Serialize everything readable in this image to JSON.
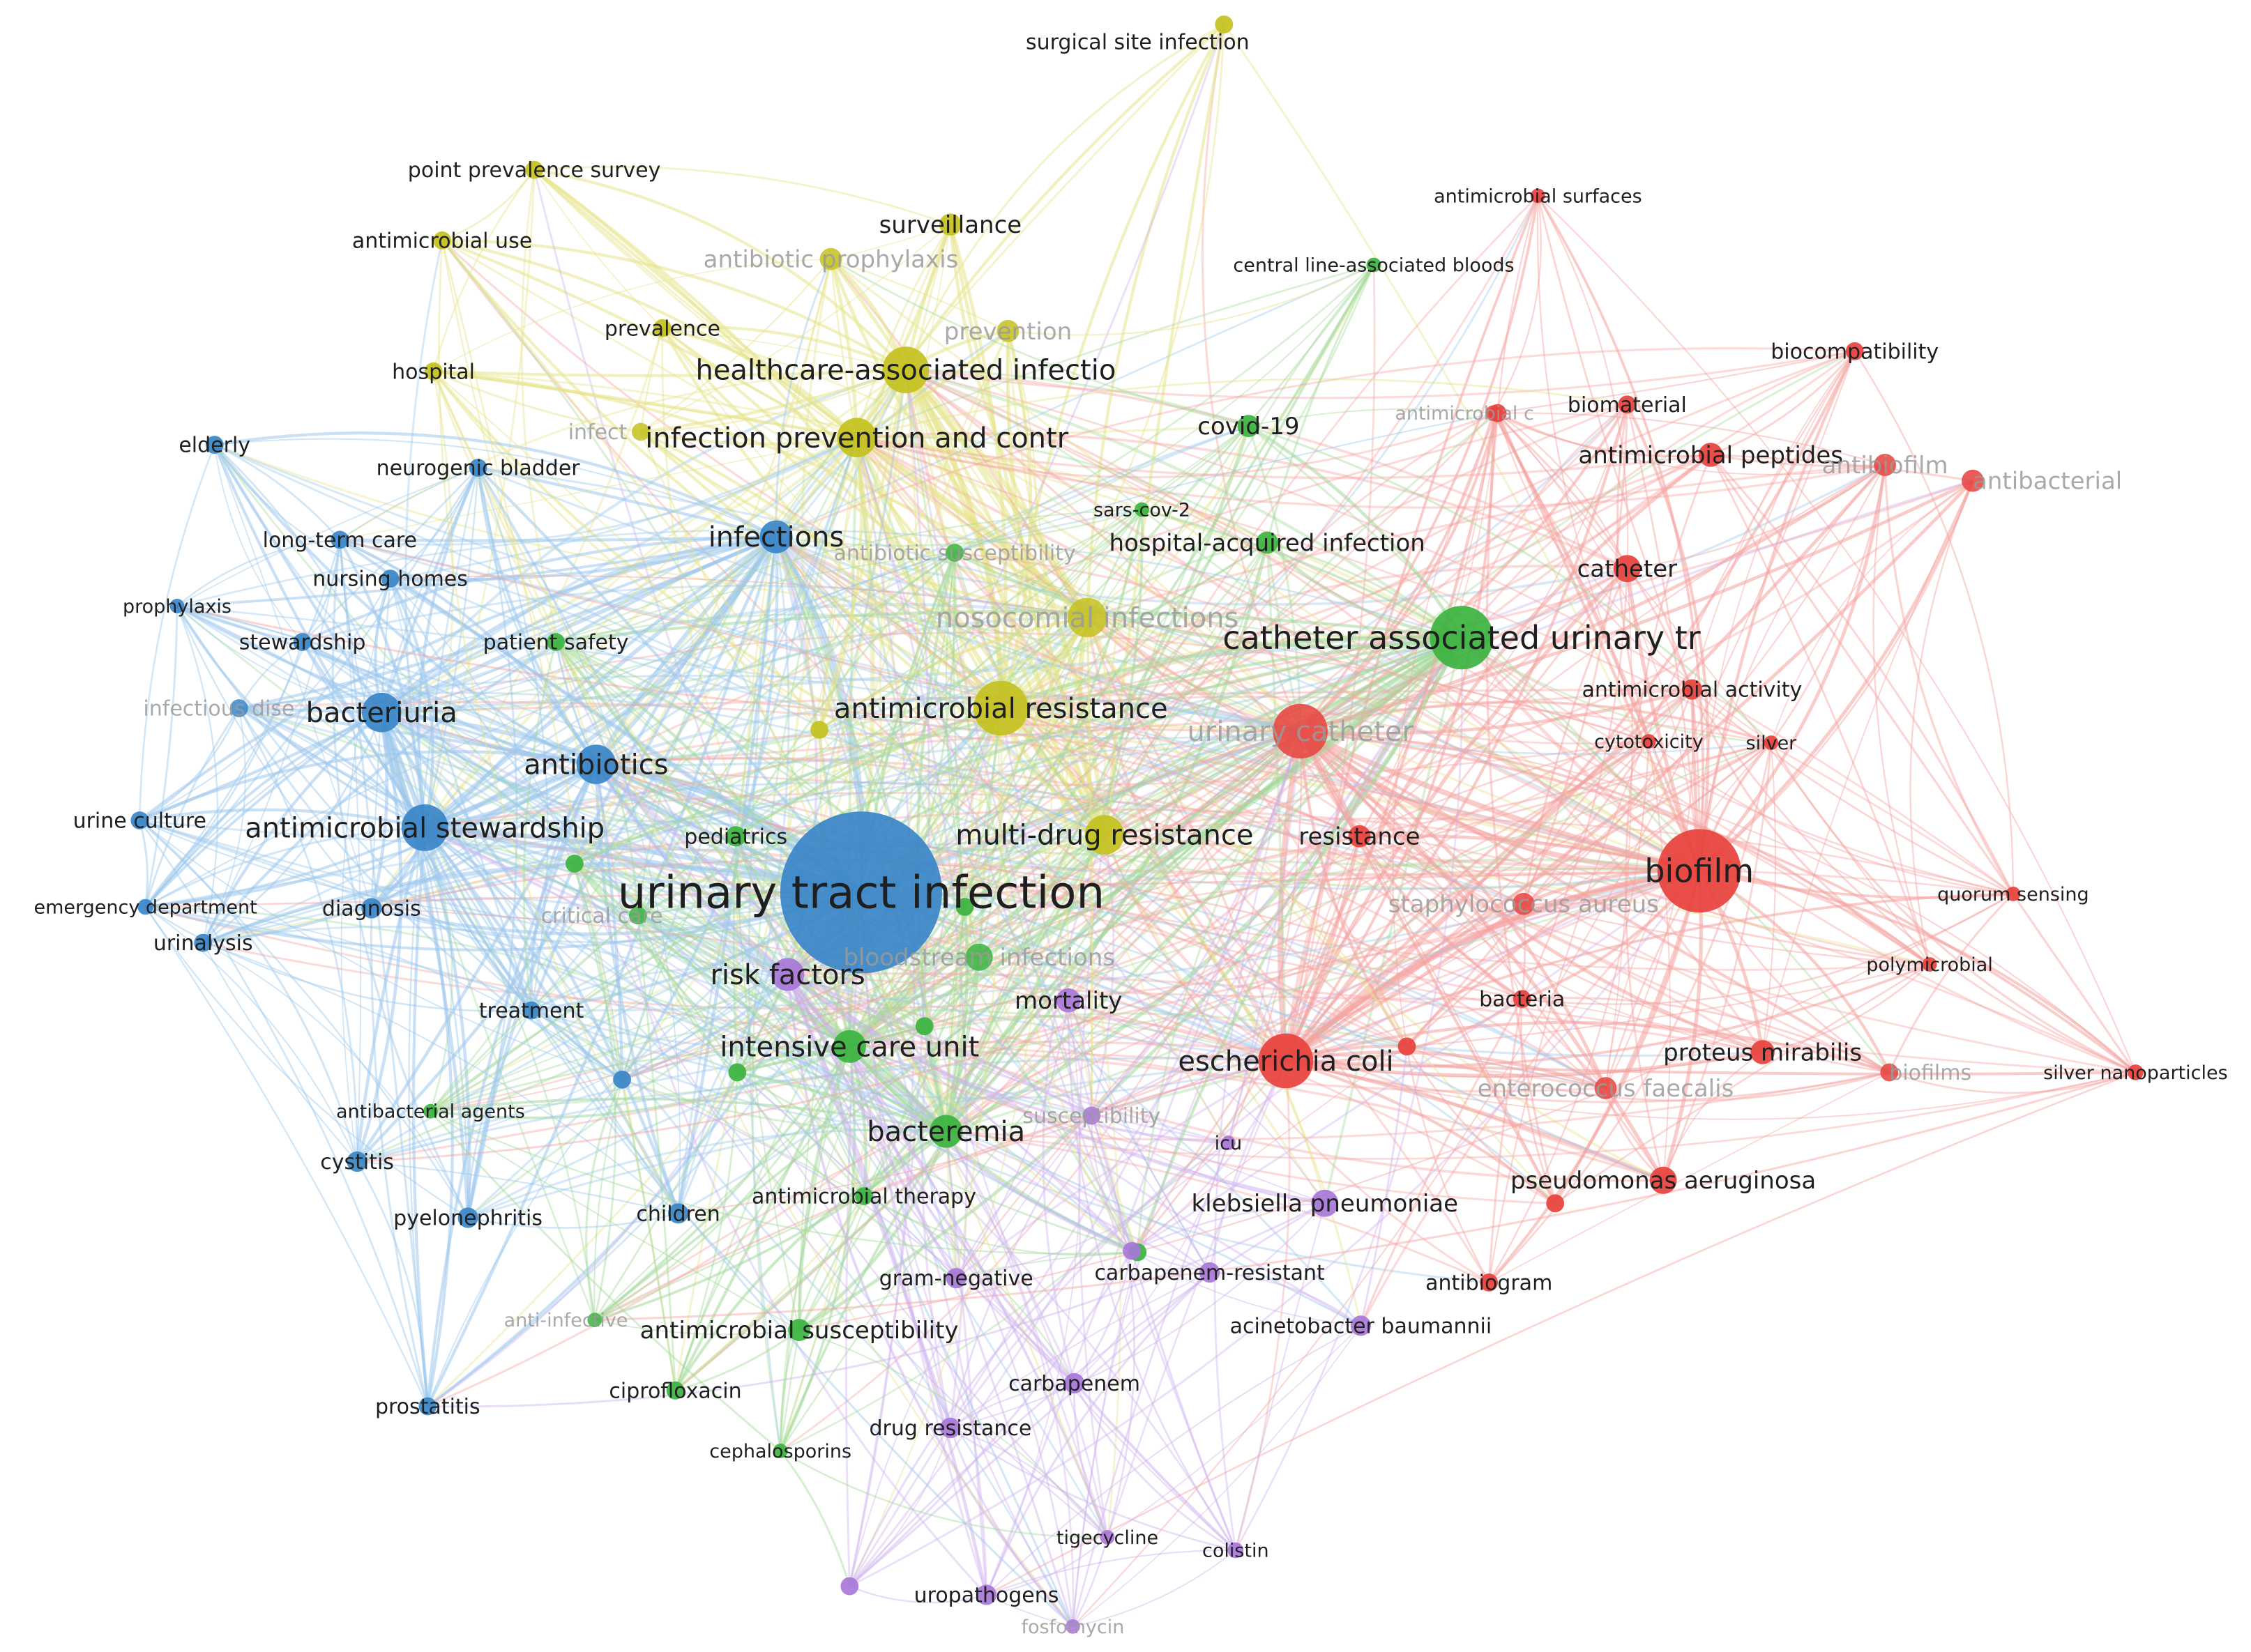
{
  "clusters": {
    "red": {
      "color": "#e8413c",
      "edge_color": "#f4a29f"
    },
    "green": {
      "color": "#3bb33f",
      "edge_color": "#a3d99a"
    },
    "blue": {
      "color": "#3a86c8",
      "edge_color": "#9cc7ec"
    },
    "yellow": {
      "color": "#c4c11f",
      "edge_color": "#e6e38a"
    },
    "purple": {
      "color": "#a877d9",
      "edge_color": "#cfb2ee"
    }
  },
  "nodes": [
    {
      "label": "urinary tract infection",
      "cluster": "blue",
      "weight": 10
    },
    {
      "label": "biofilm",
      "cluster": "red",
      "weight": 7
    },
    {
      "label": "catheter associated urinary tr",
      "cluster": "green",
      "weight": 6
    },
    {
      "label": "urinary catheter",
      "cluster": "red",
      "weight": 5.5,
      "faded": true
    },
    {
      "label": "escherichia coli",
      "cluster": "red",
      "weight": 5.5
    },
    {
      "label": "antimicrobial resistance",
      "cluster": "yellow",
      "weight": 5.5
    },
    {
      "label": "healthcare-associated infectio",
      "cluster": "yellow",
      "weight": 5
    },
    {
      "label": "infection prevention and contr",
      "cluster": "yellow",
      "weight": 4.5
    },
    {
      "label": "nosocomial infections",
      "cluster": "yellow",
      "weight": 4.5,
      "faded": true
    },
    {
      "label": "multi-drug resistance",
      "cluster": "yellow",
      "weight": 4.5
    },
    {
      "label": "antimicrobial stewardship",
      "cluster": "blue",
      "weight": 5
    },
    {
      "label": "antibiotics",
      "cluster": "blue",
      "weight": 4.5
    },
    {
      "label": "bacteriuria",
      "cluster": "blue",
      "weight": 4.5
    },
    {
      "label": "infections",
      "cluster": "blue",
      "weight": 4
    },
    {
      "label": "risk factors",
      "cluster": "purple",
      "weight": 4
    },
    {
      "label": "intensive care unit",
      "cluster": "green",
      "weight": 4
    },
    {
      "label": "bacteremia",
      "cluster": "green",
      "weight": 4
    },
    {
      "label": "bloodstream infections",
      "cluster": "green",
      "weight": 3.5,
      "faded": true
    },
    {
      "label": "mortality",
      "cluster": "purple",
      "weight": 3.2
    },
    {
      "label": "catheter",
      "cluster": "red",
      "weight": 3.5
    },
    {
      "label": "proteus mirabilis",
      "cluster": "red",
      "weight": 3.2
    },
    {
      "label": "pseudomonas aeruginosa",
      "cluster": "red",
      "weight": 3.5
    },
    {
      "label": "klebsiella pneumoniae",
      "cluster": "purple",
      "weight": 3.5
    },
    {
      "label": "antimicrobial peptides",
      "cluster": "red",
      "weight": 3.2
    },
    {
      "label": "covid-19",
      "cluster": "green",
      "weight": 3
    },
    {
      "label": "hospital-acquired infection",
      "cluster": "green",
      "weight": 3
    },
    {
      "label": "surveillance",
      "cluster": "yellow",
      "weight": 3
    },
    {
      "label": "antibiotic prophylaxis",
      "cluster": "yellow",
      "weight": 3,
      "faded": true
    },
    {
      "label": "prevention",
      "cluster": "yellow",
      "weight": 3,
      "faded": true
    },
    {
      "label": "prevalence",
      "cluster": "yellow",
      "weight": 2.5
    },
    {
      "label": "antimicrobial use",
      "cluster": "yellow",
      "weight": 2.5
    },
    {
      "label": "point prevalence survey",
      "cluster": "yellow",
      "weight": 2.5
    },
    {
      "label": "hospital",
      "cluster": "yellow",
      "weight": 2.5
    },
    {
      "label": "surgical site infection",
      "cluster": "yellow",
      "weight": 2.5
    },
    {
      "label": "antimicrobial surfaces",
      "cluster": "red",
      "weight": 2
    },
    {
      "label": "central line-associated bloods",
      "cluster": "green",
      "weight": 2
    },
    {
      "label": "biocompatibility",
      "cluster": "red",
      "weight": 2.5
    },
    {
      "label": "biomaterial",
      "cluster": "red",
      "weight": 2.5
    },
    {
      "label": "antimicrobial c",
      "cluster": "red",
      "weight": 2.2,
      "faded": true
    },
    {
      "label": "antibiofilm",
      "cluster": "red",
      "weight": 3,
      "faded": true
    },
    {
      "label": "antibacterial",
      "cluster": "red",
      "weight": 3,
      "faded": true
    },
    {
      "label": "antimicrobial activity",
      "cluster": "red",
      "weight": 2.8
    },
    {
      "label": "cytotoxicity",
      "cluster": "red",
      "weight": 2
    },
    {
      "label": "silver",
      "cluster": "red",
      "weight": 2
    },
    {
      "label": "resistance",
      "cluster": "red",
      "weight": 3
    },
    {
      "label": "staphylococcus aureus",
      "cluster": "red",
      "weight": 3,
      "faded": true
    },
    {
      "label": "quorum sensing",
      "cluster": "red",
      "weight": 2
    },
    {
      "label": "polymicrobial",
      "cluster": "red",
      "weight": 2
    },
    {
      "label": "bacteria",
      "cluster": "red",
      "weight": 2.5
    },
    {
      "label": "enterococcus faecalis",
      "cluster": "red",
      "weight": 3,
      "faded": true
    },
    {
      "label": "biofilms",
      "cluster": "red",
      "weight": 2.5,
      "faded": true
    },
    {
      "label": "silver nanoparticles",
      "cluster": "red",
      "weight": 2.2
    },
    {
      "label": "antibiogram",
      "cluster": "red",
      "weight": 2.5
    },
    {
      "label": "sars-cov-2",
      "cluster": "green",
      "weight": 2
    },
    {
      "label": "antibiotic susceptibility",
      "cluster": "green",
      "weight": 2.5,
      "faded": true
    },
    {
      "label": "pediatrics",
      "cluster": "green",
      "weight": 2.8
    },
    {
      "label": "patient safety",
      "cluster": "green",
      "weight": 2.5
    },
    {
      "label": "antibacterial agents",
      "cluster": "green",
      "weight": 2
    },
    {
      "label": "antimicrobial therapy",
      "cluster": "green",
      "weight": 2.5
    },
    {
      "label": "antimicrobial susceptibility",
      "cluster": "green",
      "weight": 3
    },
    {
      "label": "ciprofloxacin",
      "cluster": "green",
      "weight": 2.5
    },
    {
      "label": "cephalosporins",
      "cluster": "green",
      "weight": 2
    },
    {
      "label": "anti-infective",
      "cluster": "green",
      "weight": 2,
      "faded": true
    },
    {
      "label": "critical care",
      "cluster": "green",
      "weight": 2.5,
      "faded": true
    },
    {
      "label": "infect",
      "cluster": "yellow",
      "weight": 2.5,
      "faded": true
    },
    {
      "label": "elderly",
      "cluster": "blue",
      "weight": 2.5
    },
    {
      "label": "neurogenic bladder",
      "cluster": "blue",
      "weight": 2.5
    },
    {
      "label": "long-term care",
      "cluster": "blue",
      "weight": 2.5
    },
    {
      "label": "nursing homes",
      "cluster": "blue",
      "weight": 2.5
    },
    {
      "label": "prophylaxis",
      "cluster": "blue",
      "weight": 2
    },
    {
      "label": "stewardship",
      "cluster": "blue",
      "weight": 2.5
    },
    {
      "label": "infectious dise",
      "cluster": "blue",
      "weight": 2.5,
      "faded": true
    },
    {
      "label": "urine culture",
      "cluster": "blue",
      "weight": 2.5
    },
    {
      "label": "emergency department",
      "cluster": "blue",
      "weight": 2.2
    },
    {
      "label": "diagnosis",
      "cluster": "blue",
      "weight": 2.8
    },
    {
      "label": "urinalysis",
      "cluster": "blue",
      "weight": 2.5
    },
    {
      "label": "treatment",
      "cluster": "blue",
      "weight": 2.5
    },
    {
      "label": "cystitis",
      "cluster": "blue",
      "weight": 2.8
    },
    {
      "label": "pyelonephritis",
      "cluster": "blue",
      "weight": 2.8
    },
    {
      "label": "children",
      "cluster": "blue",
      "weight": 2.8
    },
    {
      "label": "prostatitis",
      "cluster": "blue",
      "weight": 2.5
    },
    {
      "label": "gram-negative",
      "cluster": "purple",
      "weight": 2.8
    },
    {
      "label": "carbapenem-resistant",
      "cluster": "purple",
      "weight": 2.8
    },
    {
      "label": "acinetobacter baumannii",
      "cluster": "purple",
      "weight": 2.8
    },
    {
      "label": "carbapenem",
      "cluster": "purple",
      "weight": 2.8
    },
    {
      "label": "drug resistance",
      "cluster": "purple",
      "weight": 2.8
    },
    {
      "label": "tigecycline",
      "cluster": "purple",
      "weight": 2
    },
    {
      "label": "colistin",
      "cluster": "purple",
      "weight": 2.2
    },
    {
      "label": "uropathogens",
      "cluster": "purple",
      "weight": 2.8
    },
    {
      "label": "fosfomycin",
      "cluster": "purple",
      "weight": 2,
      "faded": true
    },
    {
      "label": "susceptibility",
      "cluster": "purple",
      "weight": 2.5,
      "faded": true
    },
    {
      "label": "icu",
      "cluster": "purple",
      "weight": 2
    }
  ],
  "extra_nodes": [
    {
      "cluster": "green"
    },
    {
      "cluster": "green"
    },
    {
      "cluster": "green"
    },
    {
      "cluster": "green"
    },
    {
      "cluster": "green"
    },
    {
      "cluster": "blue"
    },
    {
      "cluster": "red"
    },
    {
      "cluster": "red"
    },
    {
      "cluster": "red"
    },
    {
      "cluster": "purple"
    },
    {
      "cluster": "purple"
    },
    {
      "cluster": "yellow"
    }
  ]
}
